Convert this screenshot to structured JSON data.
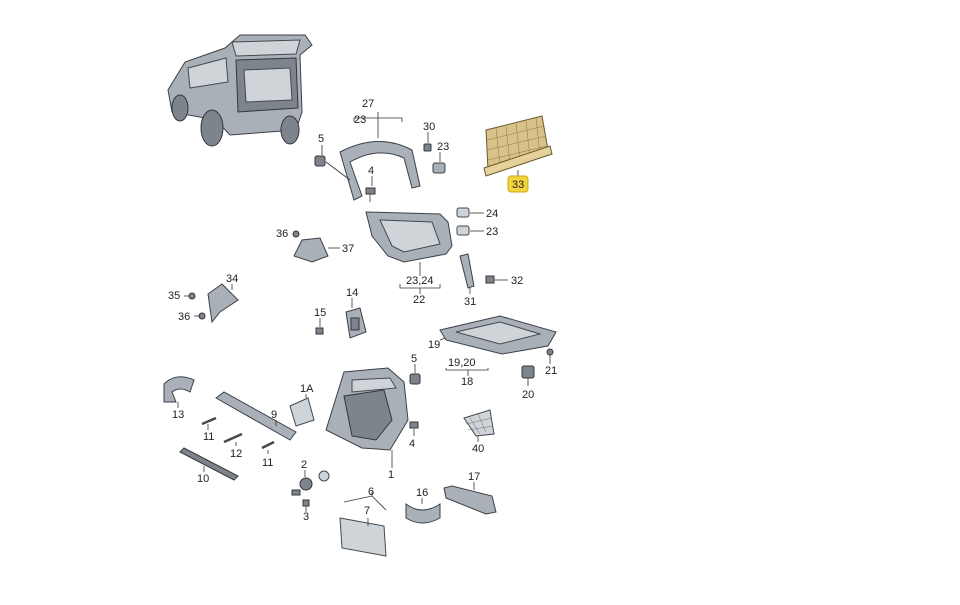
{
  "colors": {
    "highlight": "#f3d23c",
    "part": "#a9b0b8",
    "outline": "#3c4148",
    "net_part": "#d9c28a"
  },
  "labels": {
    "n27": "27",
    "n23a": "23",
    "n5a": "5",
    "n4a": "4",
    "n30": "30",
    "n23b": "23",
    "n33": "33",
    "n24": "24",
    "n23c": "23",
    "n2324": "23,24",
    "n22": "22",
    "n31": "31",
    "n32": "32",
    "n36a": "36",
    "n37": "37",
    "n34": "34",
    "n35": "35",
    "n36b": "36",
    "n15": "15",
    "n14": "14",
    "n19": "19",
    "n1920": "19,20",
    "n18": "18",
    "n21": "21",
    "n20": "20",
    "n5b": "5",
    "n1a": "1A",
    "n9": "9",
    "n13": "13",
    "n11a": "11",
    "n12": "12",
    "n11b": "11",
    "n4b": "4",
    "n1": "1",
    "n40": "40",
    "n10": "10",
    "n2": "2",
    "n3": "3",
    "n6": "6",
    "n7": "7",
    "n16": "16",
    "n17": "17"
  }
}
